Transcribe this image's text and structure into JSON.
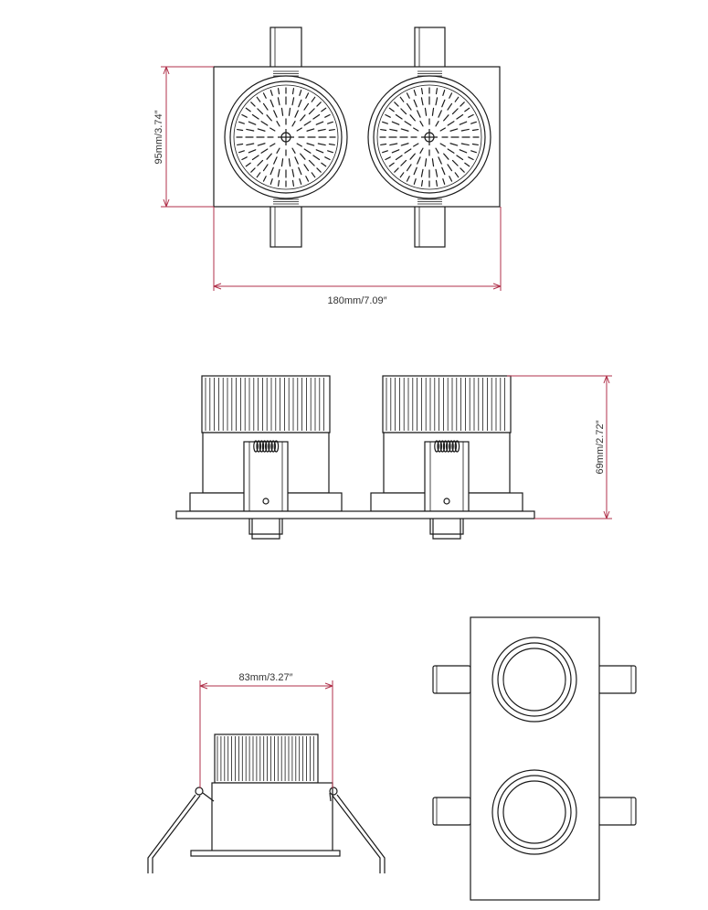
{
  "dimensions": {
    "width_top": "180mm/7.09″",
    "height_top": "95mm/3.74″",
    "height_side": "69mm/2.72″",
    "width_end": "83mm/3.27″"
  },
  "colors": {
    "line": "#1a1a1a",
    "dimension": "#b0324b",
    "background": "#ffffff"
  }
}
